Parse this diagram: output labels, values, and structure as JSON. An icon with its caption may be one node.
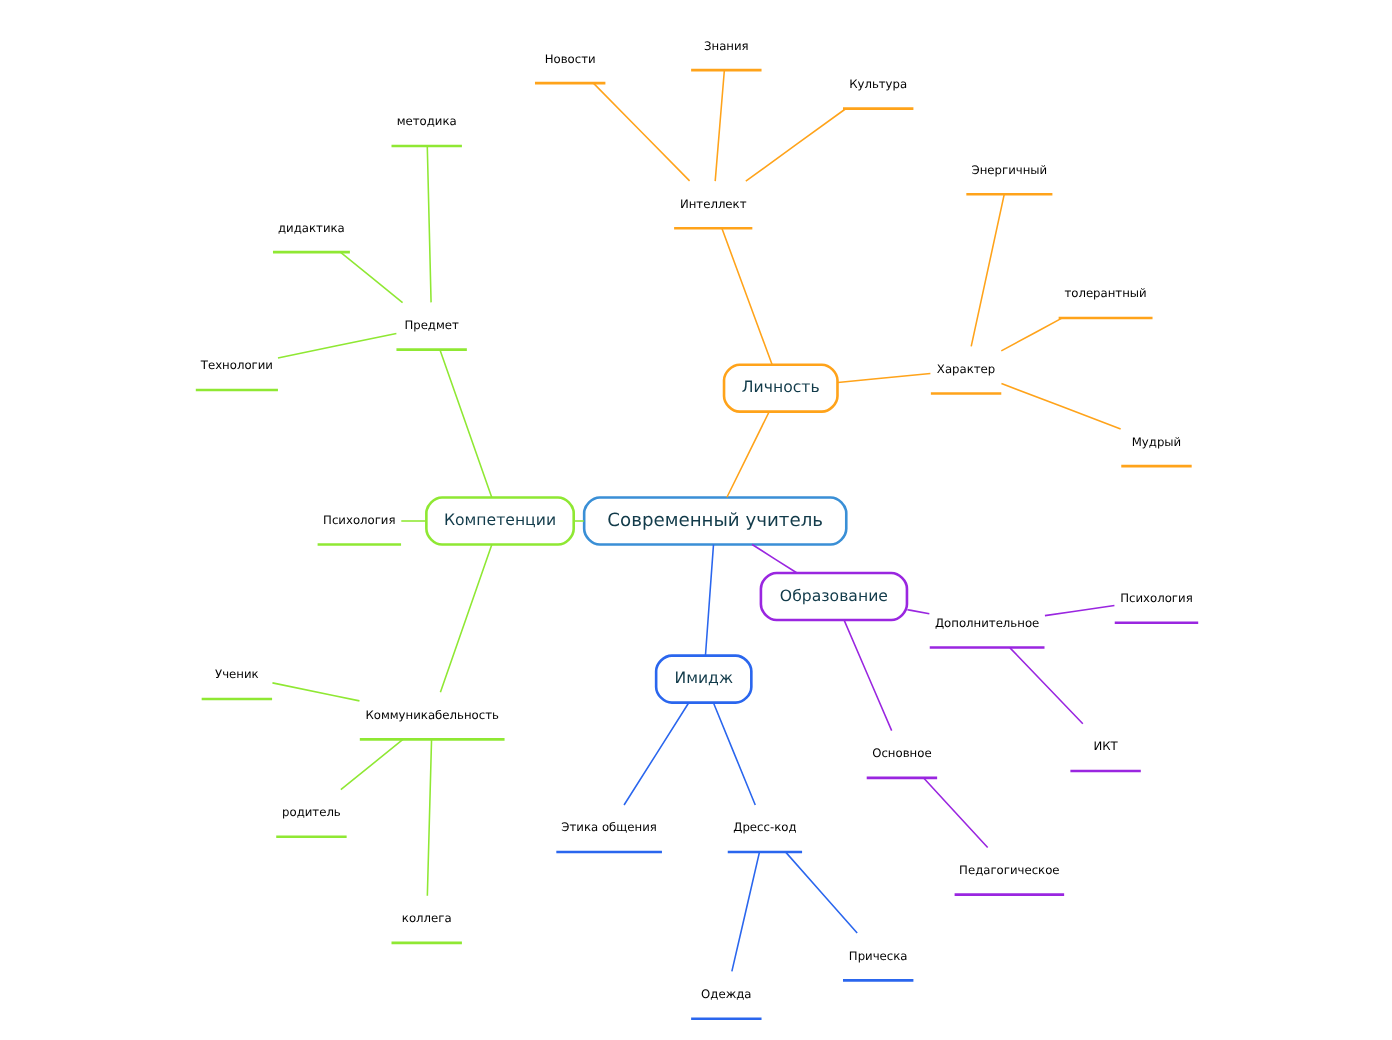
{
  "diagram": {
    "nodes": [
      {
        "text": [
          "Современный учитель"
        ]
      },
      {
        "text": [
          "Личность"
        ]
      },
      {
        "text": [
          "Характер"
        ]
      },
      {
        "text": [
          "Мудрый"
        ]
      },
      {
        "text": [
          "толерантный"
        ]
      },
      {
        "text": [
          "Энергичный"
        ]
      },
      {
        "text": [
          "Интеллект"
        ]
      },
      {
        "text": [
          "Культура"
        ]
      },
      {
        "text": [
          "Знания"
        ]
      },
      {
        "text": [
          "Новости"
        ]
      },
      {
        "text": [
          "Компетенции"
        ]
      },
      {
        "text": [
          "Предмет"
        ]
      },
      {
        "text": [
          "методика"
        ]
      },
      {
        "text": [
          "дидактика"
        ]
      },
      {
        "text": [
          "Технологии"
        ]
      },
      {
        "text": [
          "Психология"
        ]
      },
      {
        "text": [
          "Коммуникабельность"
        ]
      },
      {
        "text": [
          "Ученик"
        ]
      },
      {
        "text": [
          "родитель"
        ]
      },
      {
        "text": [
          "коллега"
        ]
      },
      {
        "text": [
          "Имидж"
        ]
      },
      {
        "text": [
          "Этика общения"
        ]
      },
      {
        "text": [
          "Дресс-код"
        ]
      },
      {
        "text": [
          "Одежда"
        ]
      },
      {
        "text": [
          "Прическа"
        ]
      },
      {
        "text": [
          "Образование"
        ]
      },
      {
        "text": [
          "Основное"
        ]
      },
      {
        "text": [
          "Педагогическое"
        ]
      },
      {
        "text": [
          "Дополнительное"
        ]
      },
      {
        "text": [
          "ИКТ"
        ]
      },
      {
        "text": [
          "Психология"
        ]
      }
    ],
    "edges": [
      {
        "from": 0,
        "to": 1,
        "arrow": "none",
        "color": "#ffa31a"
      },
      {
        "from": 1,
        "to": 2,
        "arrow": "none",
        "color": "#ffa31a"
      },
      {
        "from": 2,
        "to": 3,
        "arrow": "none",
        "color": "#ffa31a"
      },
      {
        "from": 2,
        "to": 4,
        "arrow": "none",
        "color": "#ffa31a"
      },
      {
        "from": 2,
        "to": 5,
        "arrow": "none",
        "color": "#ffa31a"
      },
      {
        "from": 1,
        "to": 6,
        "arrow": "none",
        "color": "#ffa31a"
      },
      {
        "from": 6,
        "to": 7,
        "arrow": "none",
        "color": "#ffa31a"
      },
      {
        "from": 6,
        "to": 8,
        "arrow": "none",
        "color": "#ffa31a"
      },
      {
        "from": 6,
        "to": 9,
        "arrow": "none",
        "color": "#ffa31a"
      },
      {
        "from": 0,
        "to": 10,
        "arrow": "none",
        "color": "#8fe833"
      },
      {
        "from": 10,
        "to": 11,
        "arrow": "none",
        "color": "#8fe833"
      },
      {
        "from": 11,
        "to": 12,
        "arrow": "none",
        "color": "#8fe833"
      },
      {
        "from": 11,
        "to": 13,
        "arrow": "none",
        "color": "#8fe833"
      },
      {
        "from": 11,
        "to": 14,
        "arrow": "none",
        "color": "#8fe833"
      },
      {
        "from": 10,
        "to": 15,
        "arrow": "none",
        "color": "#8fe833"
      },
      {
        "from": 10,
        "to": 16,
        "arrow": "none",
        "color": "#8fe833"
      },
      {
        "from": 16,
        "to": 17,
        "arrow": "none",
        "color": "#8fe833"
      },
      {
        "from": 16,
        "to": 18,
        "arrow": "none",
        "color": "#8fe833"
      },
      {
        "from": 16,
        "to": 19,
        "arrow": "none",
        "color": "#8fe833"
      },
      {
        "from": 0,
        "to": 20,
        "arrow": "none",
        "color": "#2a66ee"
      },
      {
        "from": 20,
        "to": 21,
        "arrow": "none",
        "color": "#2a66ee"
      },
      {
        "from": 20,
        "to": 22,
        "arrow": "none",
        "color": "#2a66ee"
      },
      {
        "from": 22,
        "to": 23,
        "arrow": "none",
        "color": "#2a66ee"
      },
      {
        "from": 22,
        "to": 24,
        "arrow": "none",
        "color": "#2a66ee"
      },
      {
        "from": 0,
        "to": 25,
        "arrow": "none",
        "color": "#9a26e0"
      },
      {
        "from": 25,
        "to": 26,
        "arrow": "none",
        "color": "#9a26e0"
      },
      {
        "from": 26,
        "to": 27,
        "arrow": "none",
        "color": "#9a26e0"
      },
      {
        "from": 25,
        "to": 28,
        "arrow": "none",
        "color": "#9a26e0"
      },
      {
        "from": 28,
        "to": 29,
        "arrow": "none",
        "color": "#9a26e0"
      },
      {
        "from": 28,
        "to": 30,
        "arrow": "none",
        "color": "#9a26e0"
      }
    ]
  }
}
